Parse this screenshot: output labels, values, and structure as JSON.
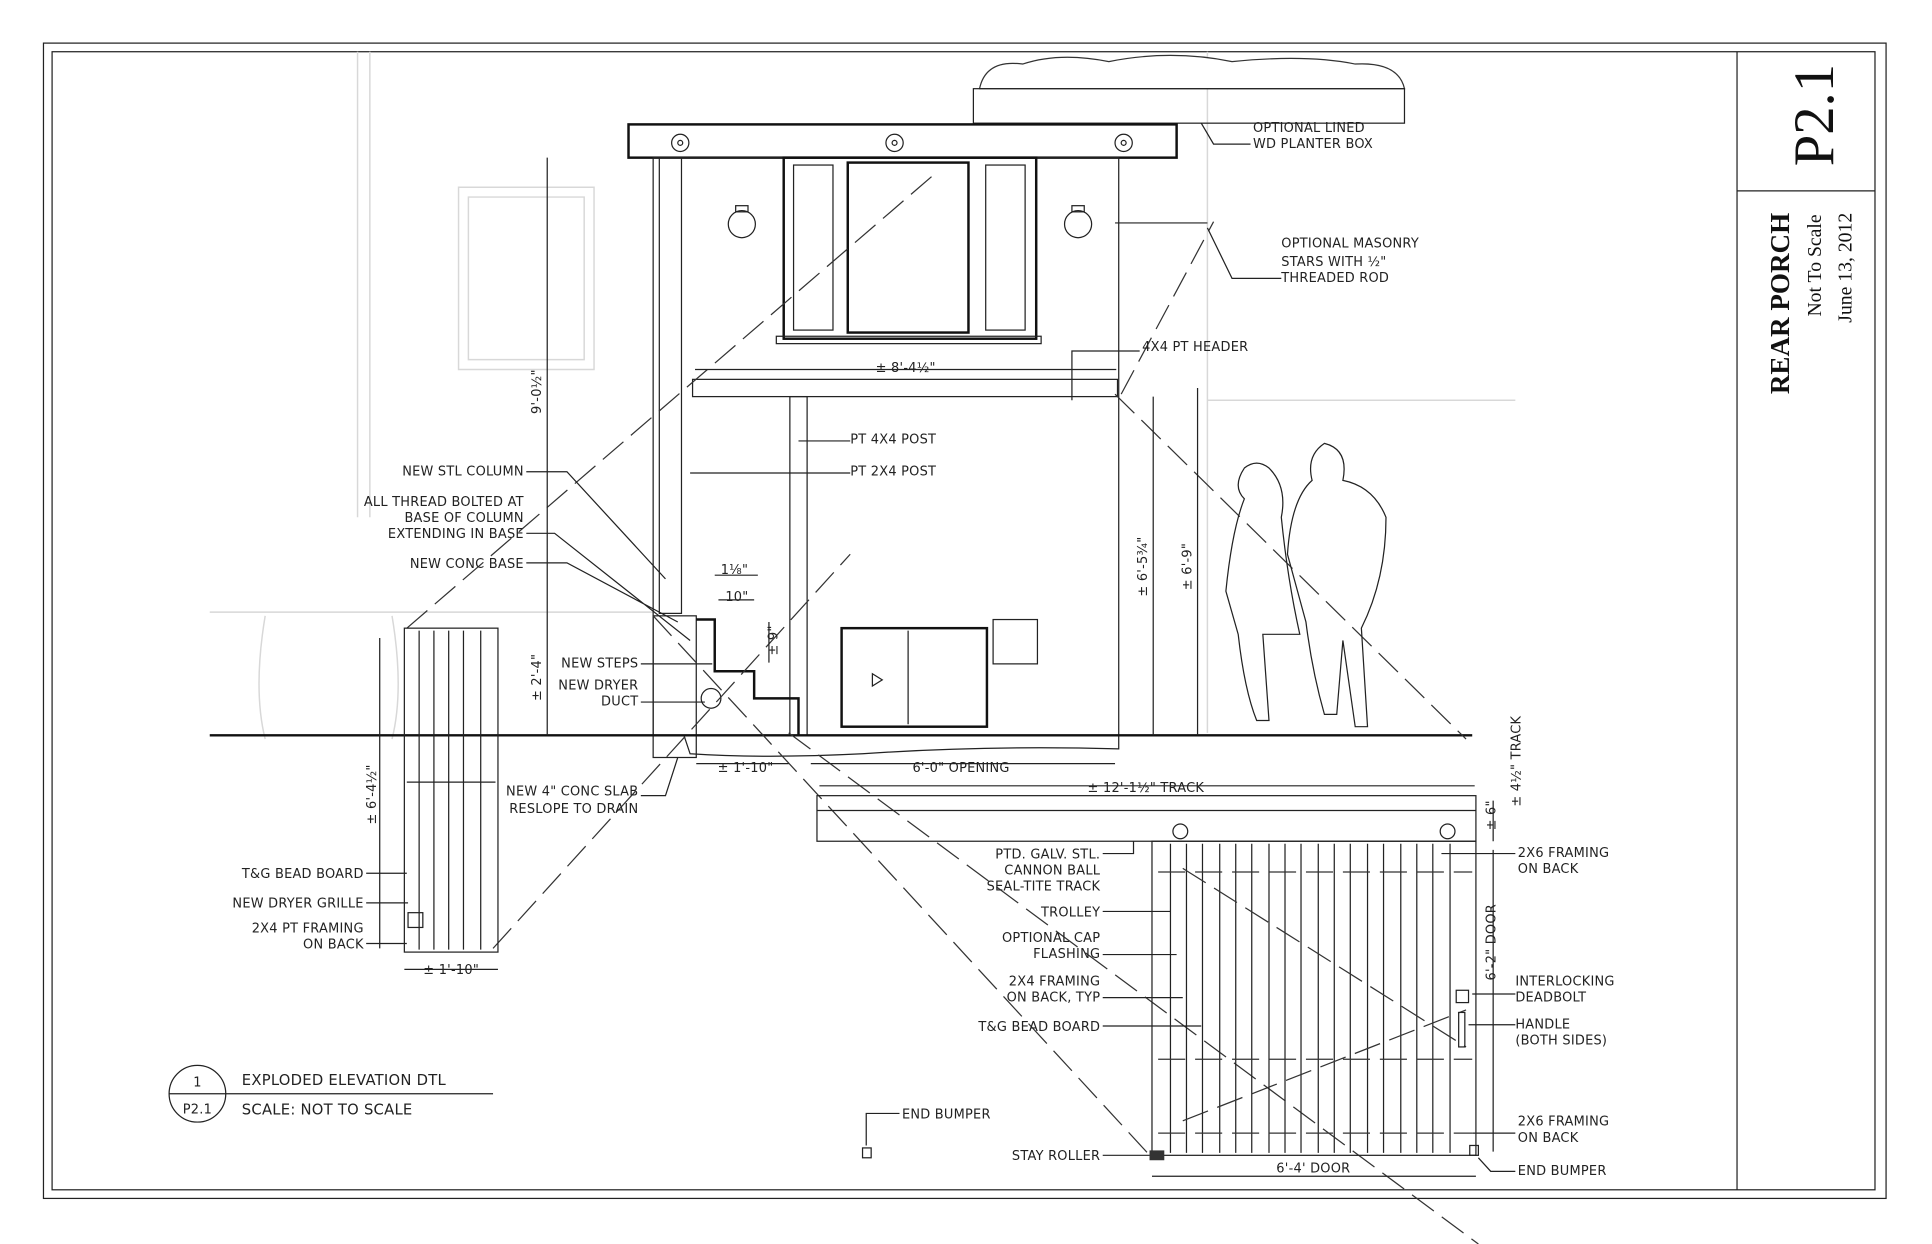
{
  "title_block": {
    "sheet_number": "P2.1",
    "title": "REAR PORCH",
    "scale": "Not To Scale",
    "date": "June 13, 2012"
  },
  "detail_tag": {
    "number": "1",
    "sheet": "P2.1",
    "title": "EXPLODED ELEVATION DTL",
    "scale": "SCALE: NOT TO SCALE"
  },
  "callouts": {
    "planter_1": "OPTIONAL LINED",
    "planter_2": "WD PLANTER BOX",
    "stars_1": "OPTIONAL MASONRY",
    "stars_2": "STARS WITH ½\"",
    "stars_3": "THREADED ROD",
    "header": "4X4 PT HEADER",
    "post_4x4": "PT 4X4 POST",
    "post_2x4": "PT 2X4 POST",
    "column": "NEW STL COLUMN",
    "thread_1": "ALL THREAD BOLTED AT",
    "thread_2": "BASE OF COLUMN",
    "thread_3": "EXTENDING IN BASE",
    "conc_base": "NEW CONC BASE",
    "steps": "NEW STEPS",
    "duct_1": "NEW DRYER",
    "duct_2": "DUCT",
    "slab_1": "NEW 4\" CONC SLAB",
    "slab_2": "RESLOPE TO DRAIN",
    "panel_bead": "T&G BEAD BOARD",
    "panel_grille": "NEW DRYER GRILLE",
    "panel_framing_1": "2X4 PT FRAMING",
    "panel_framing_2": "ON BACK",
    "track_1": "PTD. GALV. STL.",
    "track_2": "CANNON BALL",
    "track_3": "SEAL-TITE TRACK",
    "trolley": "TROLLEY",
    "cap_1": "OPTIONAL CAP",
    "cap_2": "FLASHING",
    "door_framing_1": "2X4 FRAMING",
    "door_framing_2": "ON BACK, TYP",
    "door_bead": "T&G BEAD BOARD",
    "stay_roller": "STAY ROLLER",
    "end_bumper_left": "END BUMPER",
    "top_framing_1": "2X6 FRAMING",
    "top_framing_2": "ON BACK",
    "deadbolt_1": "INTERLOCKING",
    "deadbolt_2": "DEADBOLT",
    "handle_1": "HANDLE",
    "handle_2": "(BOTH SIDES)",
    "bottom_framing_1": "2X6 FRAMING",
    "bottom_framing_2": "ON BACK",
    "end_bumper_right": "END BUMPER"
  },
  "dimensions": {
    "header_width": "± 8'-4½\"",
    "overall_height": "9'-0½\"",
    "opening_height": "± 6'-5¾\"",
    "post_height": "± 6'-9\"",
    "base_height": "± 2'-4\"",
    "tread_outer": "1⅛\"",
    "tread": "10\"",
    "riser": "± 9\"",
    "step_depth": "± 1'-10\"",
    "opening": "6'-0\" OPENING",
    "track_length": "± 12'-1½\" TRACK",
    "panel_height": "± 6'-4½\"",
    "panel_width": "± 1'-10\"",
    "door_height": "6'-2\" DOOR",
    "track_gap": "± 6\"",
    "track_height": "± 4½\" TRACK",
    "door_width": "6'-4' DOOR"
  }
}
